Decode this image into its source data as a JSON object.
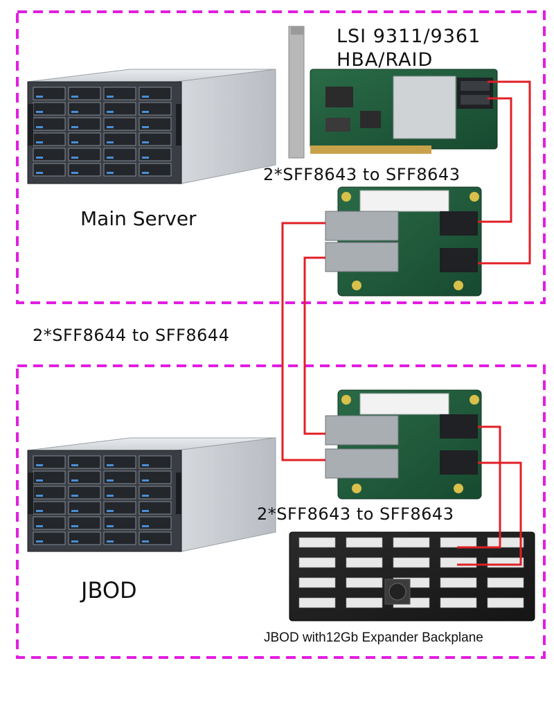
{
  "colors": {
    "frame": "#e21de2",
    "cable": "#e01f26",
    "pcb": "#1f5a3a",
    "chassis": "#c9ccd0",
    "bay": "#2a2d33"
  },
  "labels": {
    "hba_line1": "LSI 9311/9361",
    "hba_line2": "HBA/RAID",
    "main_server": "Main Server",
    "cable_top": "2*SFF8643 to SFF8643",
    "cable_middle": "2*SFF8644 to SFF8644",
    "cable_bottom": "2*SFF8643 to SFF8643",
    "jbod": "JBOD",
    "backplane": "JBOD with12Gb Expander Backplane"
  }
}
